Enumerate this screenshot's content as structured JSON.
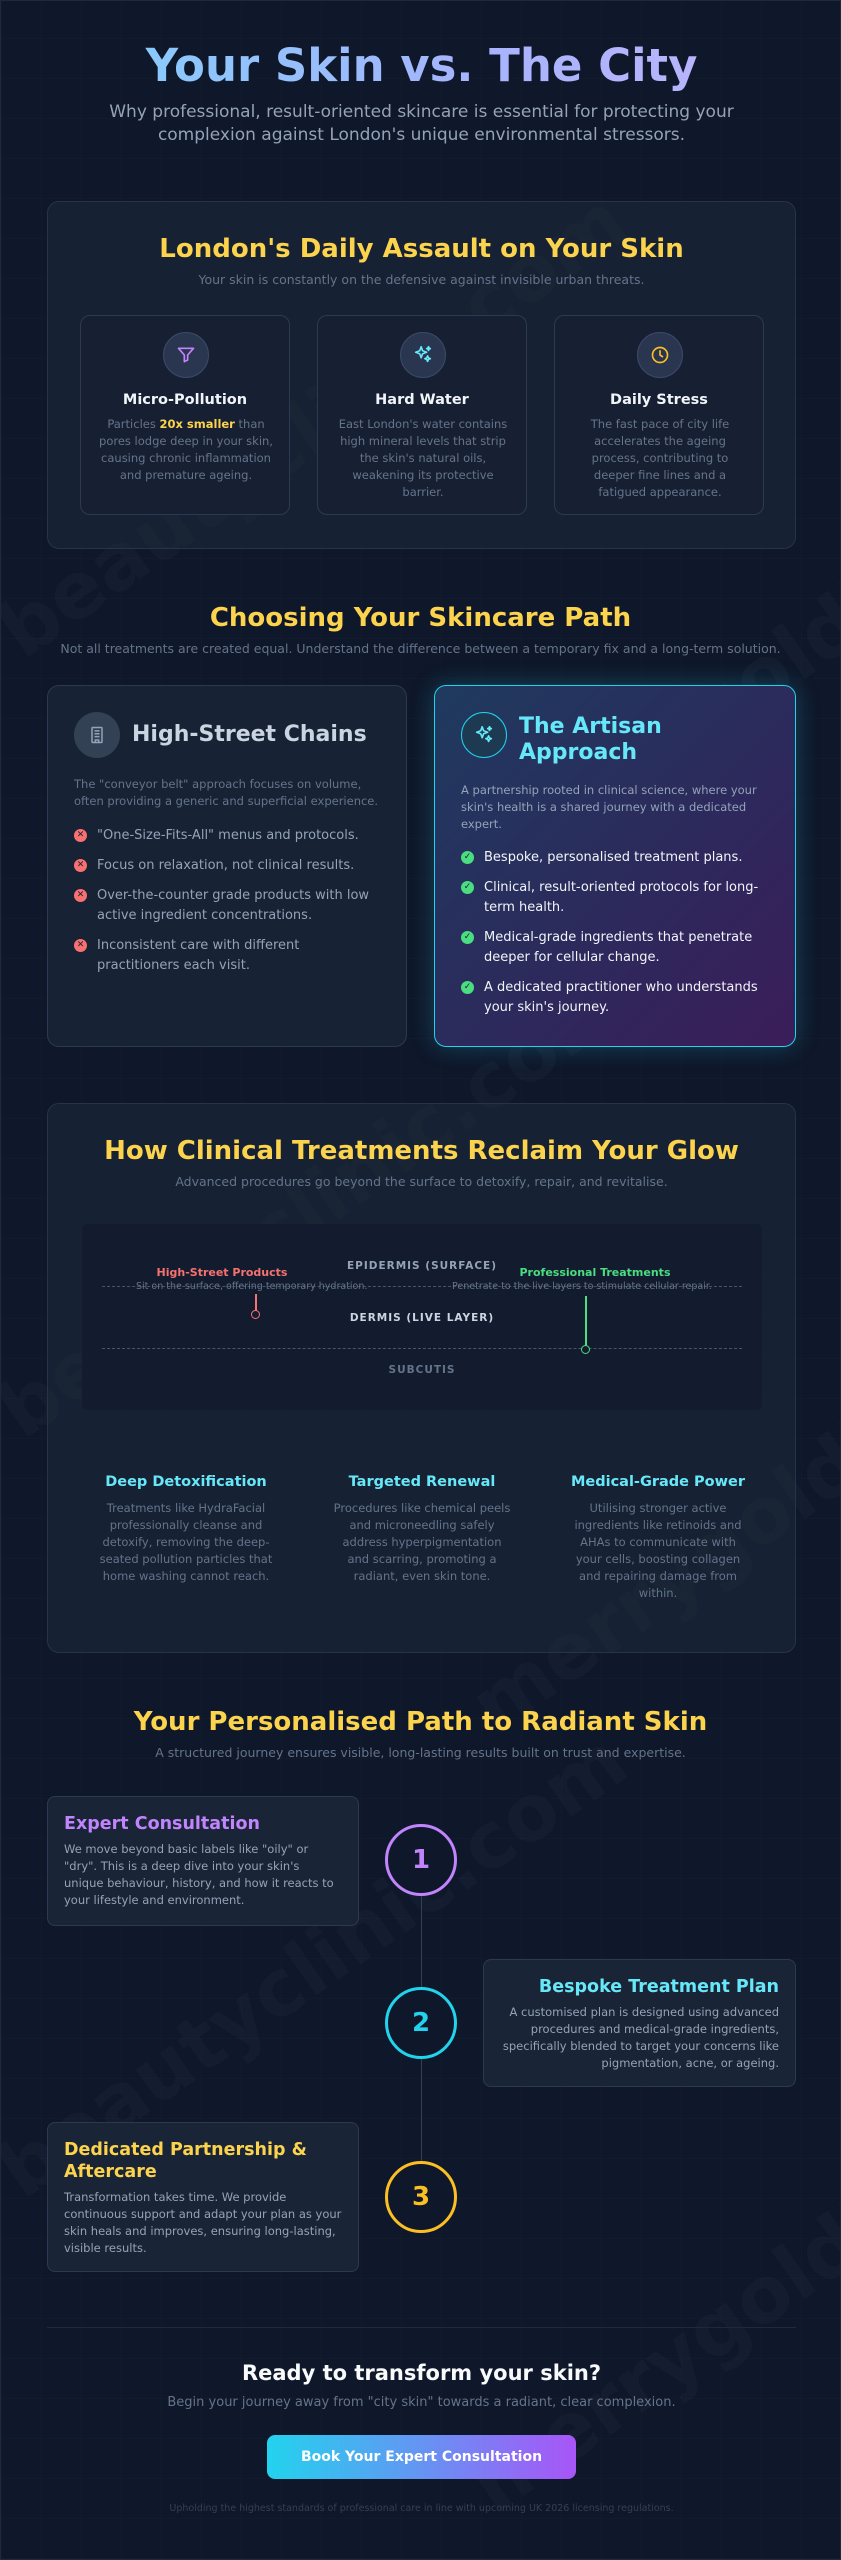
{
  "watermark": {
    "primary": "beautyclinic.com",
    "secondary": "merrygoldberg"
  },
  "header": {
    "title": "Your Skin vs. The City",
    "subtitle": "Why professional, result-oriented skincare is essential for protecting your complexion against London's unique environmental stressors."
  },
  "threats": {
    "title": "London's Daily Assault on Your Skin",
    "subtitle": "Your skin is constantly on the defensive against invisible urban threats.",
    "cards": [
      {
        "icon": "filter-icon",
        "name": "Micro-Pollution",
        "desc_before": "Particles ",
        "desc_highlight": "20x smaller",
        "desc_after": " than pores lodge deep in your skin, causing chronic inflammation and premature ageing."
      },
      {
        "icon": "sparkles-icon",
        "name": "Hard Water",
        "desc": "East London's water contains high mineral levels that strip the skin's natural oils, weakening its protective barrier."
      },
      {
        "icon": "clock-icon",
        "name": "Daily Stress",
        "desc": "The fast pace of city life accelerates the ageing process, contributing to deeper fine lines and a fatigued appearance."
      }
    ]
  },
  "path": {
    "title": "Choosing Your Skincare Path",
    "subtitle": "Not all treatments are created equal. Understand the difference between a temporary fix and a long-term solution.",
    "chains": {
      "icon": "building-icon",
      "title": "High-Street Chains",
      "desc": "The \"conveyor belt\" approach focuses on volume, often providing a generic and superficial experience.",
      "items": [
        "\"One-Size-Fits-All\" menus and protocols.",
        "Focus on relaxation, not clinical results.",
        "Over-the-counter grade products with low active ingredient concentrations.",
        "Inconsistent care with different practitioners each visit."
      ]
    },
    "artisan": {
      "icon": "sparkles-icon",
      "title": "The Artisan Approach",
      "desc": "A partnership rooted in clinical science, where your skin's health is a shared journey with a dedicated expert.",
      "items": [
        "Bespoke, personalised treatment plans.",
        "Clinical, result-oriented protocols for long-term health.",
        "Medical-grade ingredients that penetrate deeper for cellular change.",
        "A dedicated practitioner who understands your skin's journey."
      ]
    }
  },
  "clinical": {
    "title": "How Clinical Treatments Reclaim Your Glow",
    "subtitle": "Advanced procedures go beyond the surface to detoxify, repair, and revitalise.",
    "diagram": {
      "epidermis": "EPIDERMIS (SURFACE)",
      "dermis": "DERMIS (LIVE LAYER)",
      "subcutis": "SUBCUTIS",
      "high_street_label": "High-Street Products",
      "high_street_desc": "Sit on the surface, offering temporary hydration.",
      "professional_label": "Professional Treatments",
      "professional_desc": "Penetrate to the live layers to stimulate cellular repair."
    },
    "features": [
      {
        "title": "Deep Detoxification",
        "desc": "Treatments like HydraFacial professionally cleanse and detoxify, removing the deep-seated pollution particles that home washing cannot reach."
      },
      {
        "title": "Targeted Renewal",
        "desc": "Procedures like chemical peels and microneedling safely address hyperpigmentation and scarring, promoting a radiant, even skin tone."
      },
      {
        "title": "Medical-Grade Power",
        "desc": "Utilising stronger active ingredients like retinoids and AHAs to communicate with your cells, boosting collagen and repairing damage from within."
      }
    ]
  },
  "journey": {
    "title": "Your Personalised Path to Radiant Skin",
    "subtitle": "A structured journey ensures visible, long-lasting results built on trust and expertise.",
    "steps": [
      {
        "number": "1",
        "title": "Expert Consultation",
        "desc": "We move beyond basic labels like \"oily\" or \"dry\". This is a deep dive into your skin's unique behaviour, history, and how it reacts to your lifestyle and environment."
      },
      {
        "number": "2",
        "title": "Bespoke Treatment Plan",
        "desc": "A customised plan is designed using advanced procedures and medical-grade ingredients, specifically blended to target your concerns like pigmentation, acne, or ageing."
      },
      {
        "number": "3",
        "title": "Dedicated Partnership & Aftercare",
        "desc": "Transformation takes time. We provide continuous support and adapt your plan as your skin heals and improves, ensuring long-lasting, visible results."
      }
    ]
  },
  "cta": {
    "title": "Ready to transform your skin?",
    "subtitle": "Begin your journey away from \"city skin\" towards a radiant, clear complexion.",
    "button": "Book Your Expert Consultation",
    "footnote": "Upholding the highest standards of professional care in line with upcoming UK 2026 licensing regulations."
  },
  "colors": {
    "background": "#0f172a",
    "heading_gold": "#fcd34d",
    "accent_cyan": "#22d3ee",
    "accent_purple": "#a855f7",
    "danger": "#f87171",
    "success": "#4ade80"
  }
}
